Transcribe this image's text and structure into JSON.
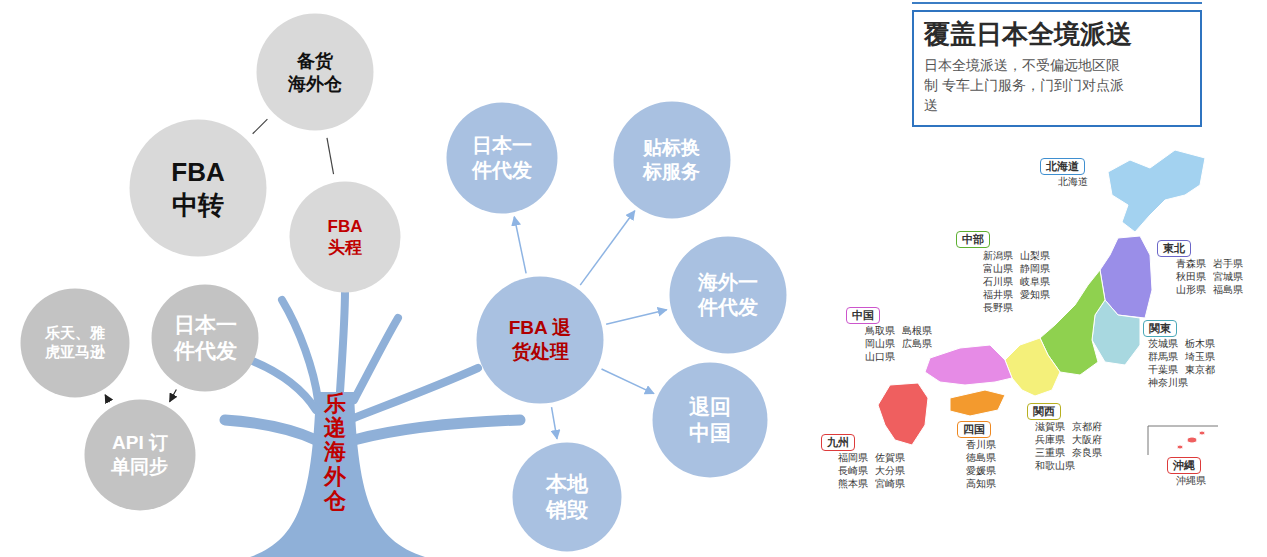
{
  "diagram": {
    "nodes": [
      {
        "text": [
          "备货 海外仓"
        ]
      },
      {
        "text": [
          "FBA 中转"
        ]
      },
      {
        "text": [
          "FBA 头程"
        ]
      },
      {
        "text": [
          "日本一 件代发"
        ]
      },
      {
        "text": [
          "乐天、雅 虎亚马逊"
        ]
      },
      {
        "text": [
          "API 订 单同步"
        ]
      },
      {
        "text": [
          "乐递海外仓"
        ]
      },
      {
        "text": [
          "日本一 件代发"
        ]
      },
      {
        "text": [
          "贴标换 标服务"
        ]
      },
      {
        "text": [
          "FBA 退 货处理"
        ]
      },
      {
        "text": [
          "海外一 件代发"
        ]
      },
      {
        "text": [
          "退回 中国"
        ]
      },
      {
        "text": [
          "本地 销毁"
        ]
      },
      {
        "text": [
          "覆盖日本全境派送",
          "日本全境派送，不受偏远地区限制 专车上门服务，门到门对点派送"
        ]
      },
      {
        "text": [
          "北海道"
        ]
      },
      {
        "text": [
          "中部"
        ]
      },
      {
        "text": [
          "東北"
        ]
      },
      {
        "text": [
          "中国"
        ]
      },
      {
        "text": [
          "関東"
        ]
      },
      {
        "text": [
          "関西"
        ]
      },
      {
        "text": [
          "四国"
        ]
      },
      {
        "text": [
          "九州"
        ]
      },
      {
        "text": [
          "沖縄"
        ]
      }
    ],
    "edges": [
      {
        "from": 1,
        "to": 0,
        "arrow": "none"
      },
      {
        "from": 0,
        "to": 2,
        "arrow": "none"
      },
      {
        "from": 3,
        "to": 5,
        "arrow": "to"
      },
      {
        "from": 5,
        "to": 4,
        "arrow": "to"
      },
      {
        "from": 9,
        "to": 7,
        "arrow": "to"
      },
      {
        "from": 9,
        "to": 8,
        "arrow": "to"
      },
      {
        "from": 9,
        "to": 10,
        "arrow": "to"
      },
      {
        "from": 9,
        "to": 11,
        "arrow": "to"
      },
      {
        "from": 9,
        "to": 12,
        "arrow": "to"
      }
    ],
    "labels": [
      "北海道",
      "新潟県",
      "山梨県",
      "富山県",
      "静岡県",
      "石川県",
      "岐阜県",
      "福井県",
      "愛知県",
      "長野県",
      "青森県",
      "岩手県",
      "秋田県",
      "宮城県",
      "山形県",
      "福島県",
      "鳥取県",
      "島根県",
      "岡山県",
      "広島県",
      "山口県",
      "茨城県",
      "栃木県",
      "群馬県",
      "埼玉県",
      "千葉県",
      "東京都",
      "神奈川県",
      "滋賀県",
      "京都府",
      "兵庫県",
      "大阪府",
      "三重県",
      "奈良県",
      "和歌山県",
      "香川県",
      "徳島県",
      "愛媛県",
      "高知県",
      "福岡県",
      "佐賀県",
      "長崎県",
      "大分県",
      "熊本県",
      "宮崎県",
      "沖縄県"
    ]
  }
}
